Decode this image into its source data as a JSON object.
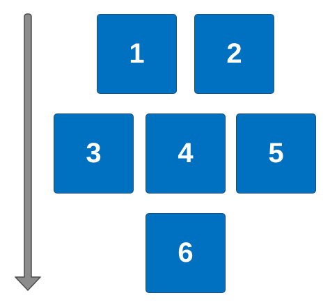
{
  "colors": {
    "tile_fill": "#0070c0",
    "tile_border": "#1f4f78",
    "tile_text": "#ffffff",
    "arrow_fill": "#8c8c8c",
    "arrow_border": "#4d4d4d"
  },
  "flow_direction": "top-to-bottom",
  "arrow_icon": "down-arrow-icon",
  "tiles": [
    {
      "label": "1"
    },
    {
      "label": "2"
    },
    {
      "label": "3"
    },
    {
      "label": "4"
    },
    {
      "label": "5"
    },
    {
      "label": "6"
    }
  ]
}
